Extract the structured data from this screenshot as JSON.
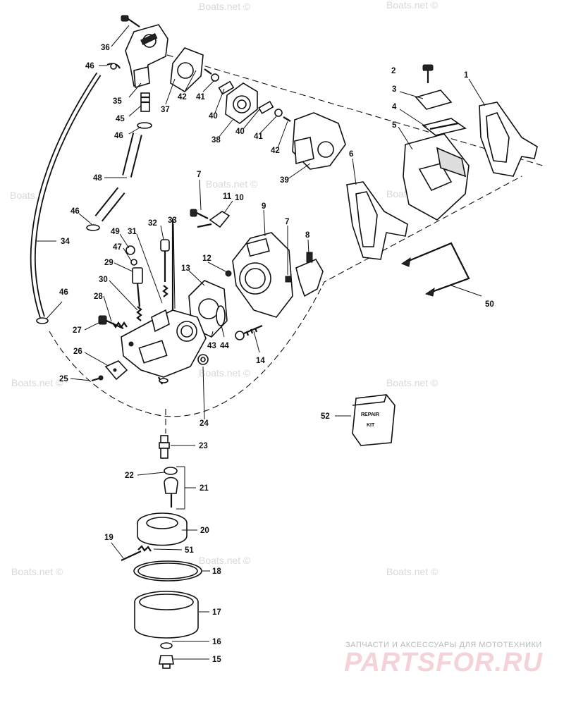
{
  "watermarks": {
    "boats": [
      "Boats.net ©",
      "Boats.net ©",
      "Boats.net ©",
      "Boats.net ©",
      "Boats.net ©",
      "Boats.net ©",
      "Boats.net ©",
      "Boats.net ©",
      "Boats.net ©",
      "Boats.net ©"
    ],
    "site_tagline": "ЗАПЧАСТИ И АКСЕССУАРЫ ДЛЯ МОТОТЕХНИКИ",
    "site_logo": "PARTSFOR.RU"
  },
  "callouts": {
    "c1": "1",
    "c2": "2",
    "c3": "3",
    "c4": "4",
    "c5": "5",
    "c6": "6",
    "c7a": "7",
    "c7b": "7",
    "c8": "8",
    "c9": "9",
    "c10": "10",
    "c11": "11",
    "c12": "12",
    "c13": "13",
    "c14": "14",
    "c15": "15",
    "c16": "16",
    "c17": "17",
    "c18": "18",
    "c19": "19",
    "c20": "20",
    "c21": "21",
    "c22": "22",
    "c23": "23",
    "c24": "24",
    "c25": "25",
    "c26": "26",
    "c27": "27",
    "c28": "28",
    "c29": "29",
    "c30": "30",
    "c31": "31",
    "c32": "32",
    "c33": "33",
    "c34": "34",
    "c35": "35",
    "c36": "36",
    "c37": "37",
    "c38": "38",
    "c39": "39",
    "c40a": "40",
    "c40b": "40",
    "c41a": "41",
    "c41b": "41",
    "c42a": "42",
    "c42b": "42",
    "c43": "43",
    "c44": "44",
    "c45": "45",
    "c46a": "46",
    "c46b": "46",
    "c46c": "46",
    "c46d": "46",
    "c47": "47",
    "c48": "48",
    "c49": "49",
    "c50": "50",
    "c51": "51",
    "c52": "52"
  },
  "repair_kit": {
    "line1": "REPAIR",
    "line2": "KIT"
  }
}
